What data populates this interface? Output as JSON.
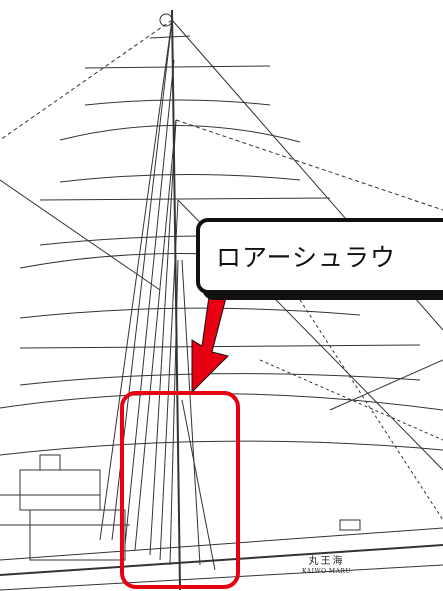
{
  "callout": {
    "text": "ロアーシュラウ"
  },
  "ship_name": {
    "jp": "丸王海",
    "en": "KAIWO MARU"
  },
  "colors": {
    "highlight_red": "#e60012",
    "callout_border": "#111111",
    "line_art": "#333333"
  }
}
